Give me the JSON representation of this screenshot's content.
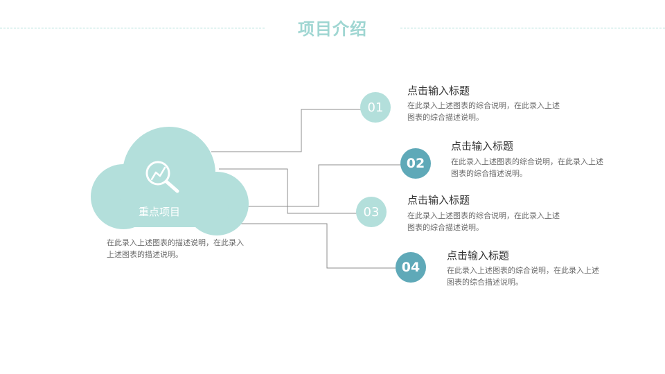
{
  "slide": {
    "title": "项目介绍",
    "accent_color": "#b3dfdb",
    "dark_accent_color": "#5fa9b8"
  },
  "cloud": {
    "icon": "magnifier-chart-icon",
    "label": "重点项目",
    "description": "在此录入上述图表的描述说明，在此录入上述图表的描述说明。"
  },
  "items": [
    {
      "number": "01",
      "title": "点击输入标题",
      "description": "在此录入上述图表的综合说明，在此录入上述图表的综合描述说明。"
    },
    {
      "number": "02",
      "title": "点击输入标题",
      "description": "在此录入上述图表的综合说明，在此录入上述图表的综合描述说明。"
    },
    {
      "number": "03",
      "title": "点击输入标题",
      "description": "在此录入上述图表的综合说明，在此录入上述图表的综合描述说明。"
    },
    {
      "number": "04",
      "title": "点击输入标题",
      "description": "在此录入上述图表的综合说明，在此录入上述图表的综合描述说明。"
    }
  ]
}
